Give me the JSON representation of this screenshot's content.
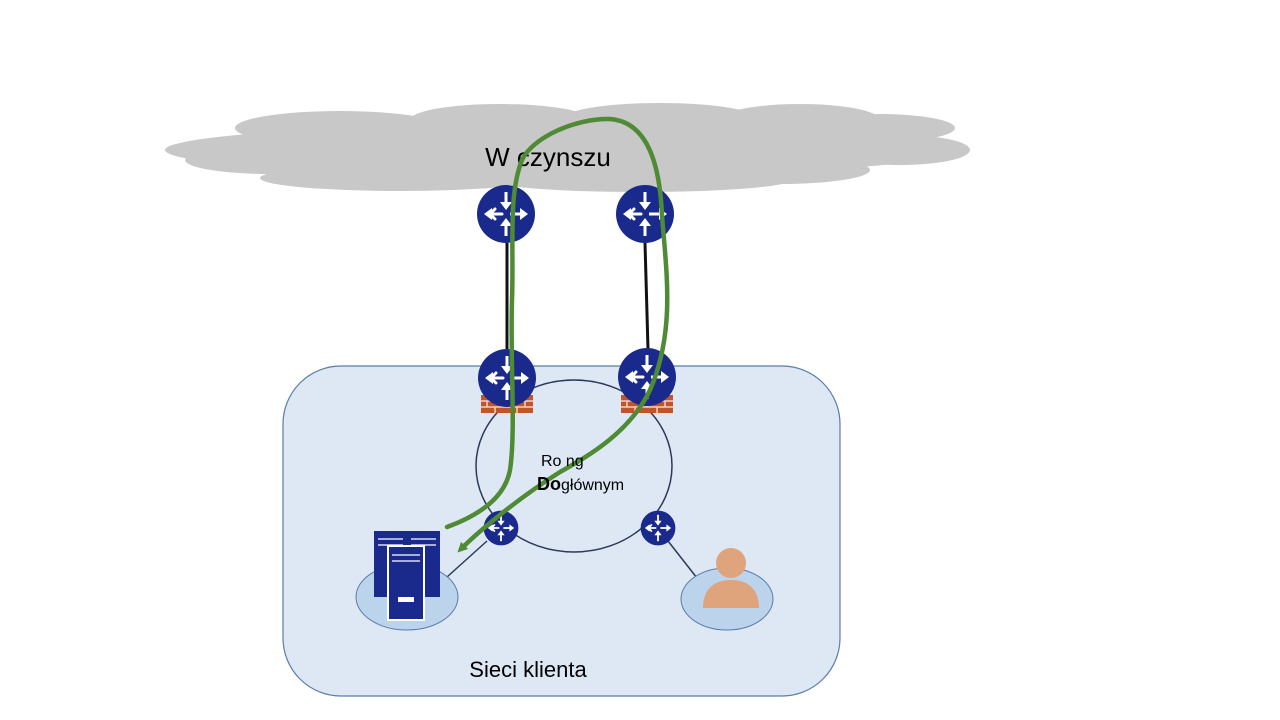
{
  "diagram": {
    "cloud_label": "W czynszu",
    "ring_label_line1": "Ro ng",
    "ring_label_line2_bold": "Do",
    "ring_label_line2_rest": "głównym",
    "network_label": "Sieci klienta"
  },
  "colors": {
    "cloud": "#c8c8c8",
    "customer_network_fill": "#dde8f4",
    "customer_network_stroke": "#5a7da8",
    "router": "#1a2a8c",
    "firewall": "#c0542c",
    "path": "#4f8a34",
    "person": "#e0a47d",
    "pedestal": "#bcd3ec"
  },
  "icons": [
    "router-icon",
    "firewall-icon",
    "server-icon",
    "person-icon",
    "cloud-icon"
  ]
}
